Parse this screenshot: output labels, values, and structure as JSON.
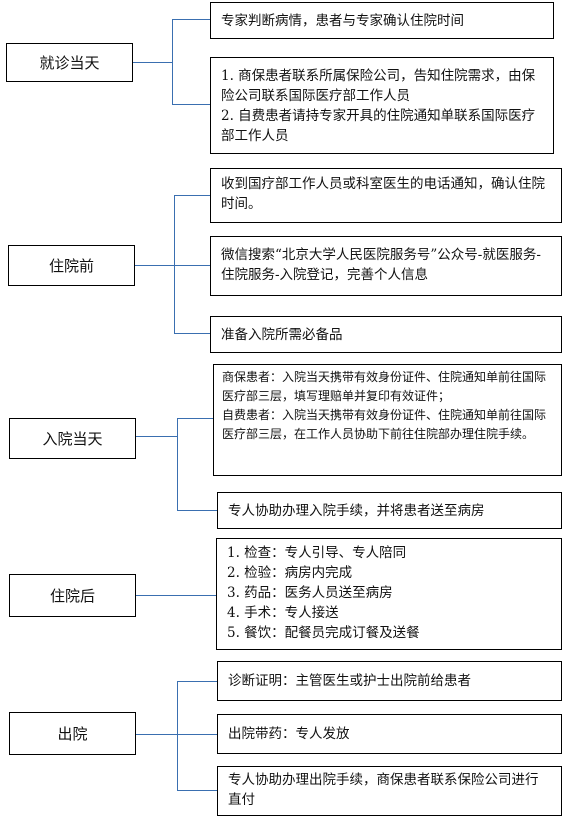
{
  "stages": [
    {
      "label": "就诊当天",
      "details": [
        [
          "专家判断病情，患者与专家确认住院时间"
        ],
        [
          "1. 商保患者联系所属保险公司，告知住院需求，由保险公司联系国际医疗部工作人员",
          "2. 自费患者请持专家开具的住院通知单联系国际医疗部工作人员"
        ]
      ]
    },
    {
      "label": "住院前",
      "details": [
        [
          "收到国疗部工作人员或科室医生的电话通知，确认住院时间。"
        ],
        [
          "微信搜索“北京大学人民医院服务号”公众号-就医服务-住院服务-入院登记，完善个人信息"
        ],
        [
          "准备入院所需必备品"
        ]
      ]
    },
    {
      "label": "入院当天",
      "details": [
        [
          "商保患者：入院当天携带有效身份证件、住院通知单前往国际医疗部三层，填写理赔单并复印有效证件；",
          "自费患者：入院当天携带有效身份证件、住院通知单前往国际医疗部三层，在工作人员协助下前往住院部办理住院手续。"
        ],
        [
          "专人协助办理入院手续，并将患者送至病房"
        ]
      ]
    },
    {
      "label": "住院后",
      "details": [
        [
          "1. 检查：专人引导、专人陪同",
          "2. 检验：病房内完成",
          "3. 药品：医务人员送至病房",
          "4. 手术：专人接送",
          "5. 餐饮：配餐员完成订餐及送餐"
        ]
      ]
    },
    {
      "label": "出院",
      "details": [
        [
          "诊断证明：主管医生或护士出院前给患者"
        ],
        [
          "出院带药：专人发放"
        ],
        [
          "专人协助办理出院手续，商保患者联系保险公司进行直付"
        ]
      ]
    }
  ],
  "colors": {
    "connector": "#3a6fb0",
    "border": "#000000"
  }
}
